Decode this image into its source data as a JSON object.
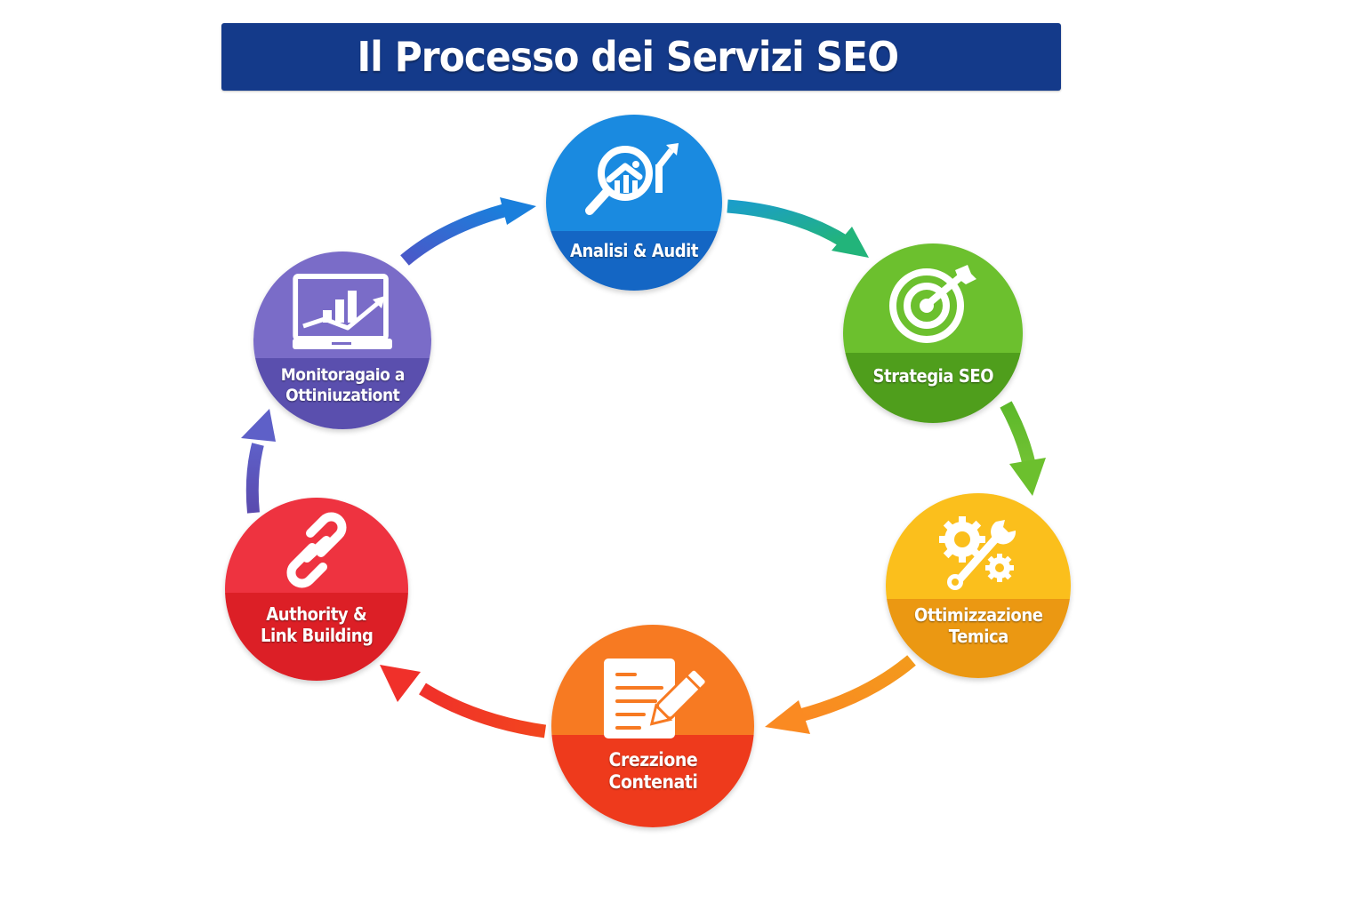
{
  "title": "Il Processo dei Servizi SEO",
  "steps": [
    {
      "id": "analisi",
      "label_line1": "Analisi & Audit",
      "label_line2": "",
      "icon": "magnifier-chart-icon",
      "color_top": "#1a8ae0",
      "color_bottom": "#1466c4"
    },
    {
      "id": "strategia",
      "label_line1": "Strategia SEO",
      "label_line2": "",
      "icon": "target-arrow-icon",
      "color_top": "#6cc02e",
      "color_bottom": "#4f9e1c"
    },
    {
      "id": "ottimizzazione",
      "label_line1": "Ottimizzazione",
      "label_line2": "Temica",
      "icon": "gear-wrench-icon",
      "color_top": "#fbbf1c",
      "color_bottom": "#eb9812"
    },
    {
      "id": "contenuti",
      "label_line1": "Crezzione",
      "label_line2": "Contenati",
      "icon": "document-pencil-icon",
      "color_top": "#f77a22",
      "color_bottom": "#ee3a1c"
    },
    {
      "id": "authority",
      "label_line1": "Authority &",
      "label_line2": "Link Building",
      "icon": "chain-link-icon",
      "color_top": "#ee3340",
      "color_bottom": "#dc1f26"
    },
    {
      "id": "monitoraggio",
      "label_line1": "Monitoragaio a",
      "label_line2": "Ottiniuzationt",
      "icon": "monitor-chart-icon",
      "color_top": "#7a6cc8",
      "color_bottom": "#5a4fae"
    }
  ],
  "arrows": [
    {
      "from": "monitoraggio",
      "to": "analisi",
      "color": "#2e6fd6"
    },
    {
      "from": "analisi",
      "to": "strategia",
      "color": "#1aa8a8"
    },
    {
      "from": "strategia",
      "to": "ottimizzazione",
      "color": "#66bb2c"
    },
    {
      "from": "ottimizzazione",
      "to": "contenuti",
      "color": "#f8961e"
    },
    {
      "from": "contenuti",
      "to": "authority",
      "color": "#f03a24"
    },
    {
      "from": "authority",
      "to": "monitoraggio",
      "color": "#5a4fb8"
    }
  ],
  "colors": {
    "title_bg": "#143a8a",
    "title_text": "#ffffff"
  }
}
